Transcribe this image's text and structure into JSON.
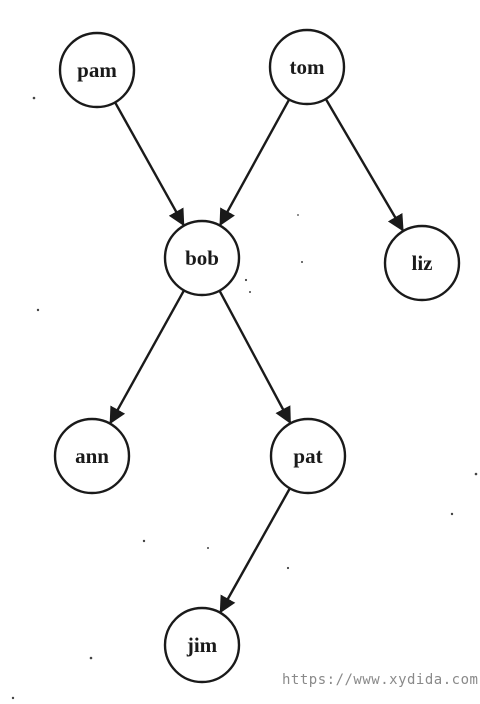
{
  "diagram": {
    "nodes": [
      {
        "id": "pam",
        "label": "pam"
      },
      {
        "id": "tom",
        "label": "tom"
      },
      {
        "id": "bob",
        "label": "bob"
      },
      {
        "id": "liz",
        "label": "liz"
      },
      {
        "id": "ann",
        "label": "ann"
      },
      {
        "id": "pat",
        "label": "pat"
      },
      {
        "id": "jim",
        "label": "jim"
      }
    ],
    "edges": [
      {
        "from": "pam",
        "to": "bob"
      },
      {
        "from": "tom",
        "to": "bob"
      },
      {
        "from": "tom",
        "to": "liz"
      },
      {
        "from": "bob",
        "to": "ann"
      },
      {
        "from": "bob",
        "to": "pat"
      },
      {
        "from": "pat",
        "to": "jim"
      }
    ],
    "colors": {
      "stroke": "#1a1a1a",
      "background": "#ffffff"
    }
  },
  "watermark": {
    "text": "https://www.xydida.com"
  }
}
